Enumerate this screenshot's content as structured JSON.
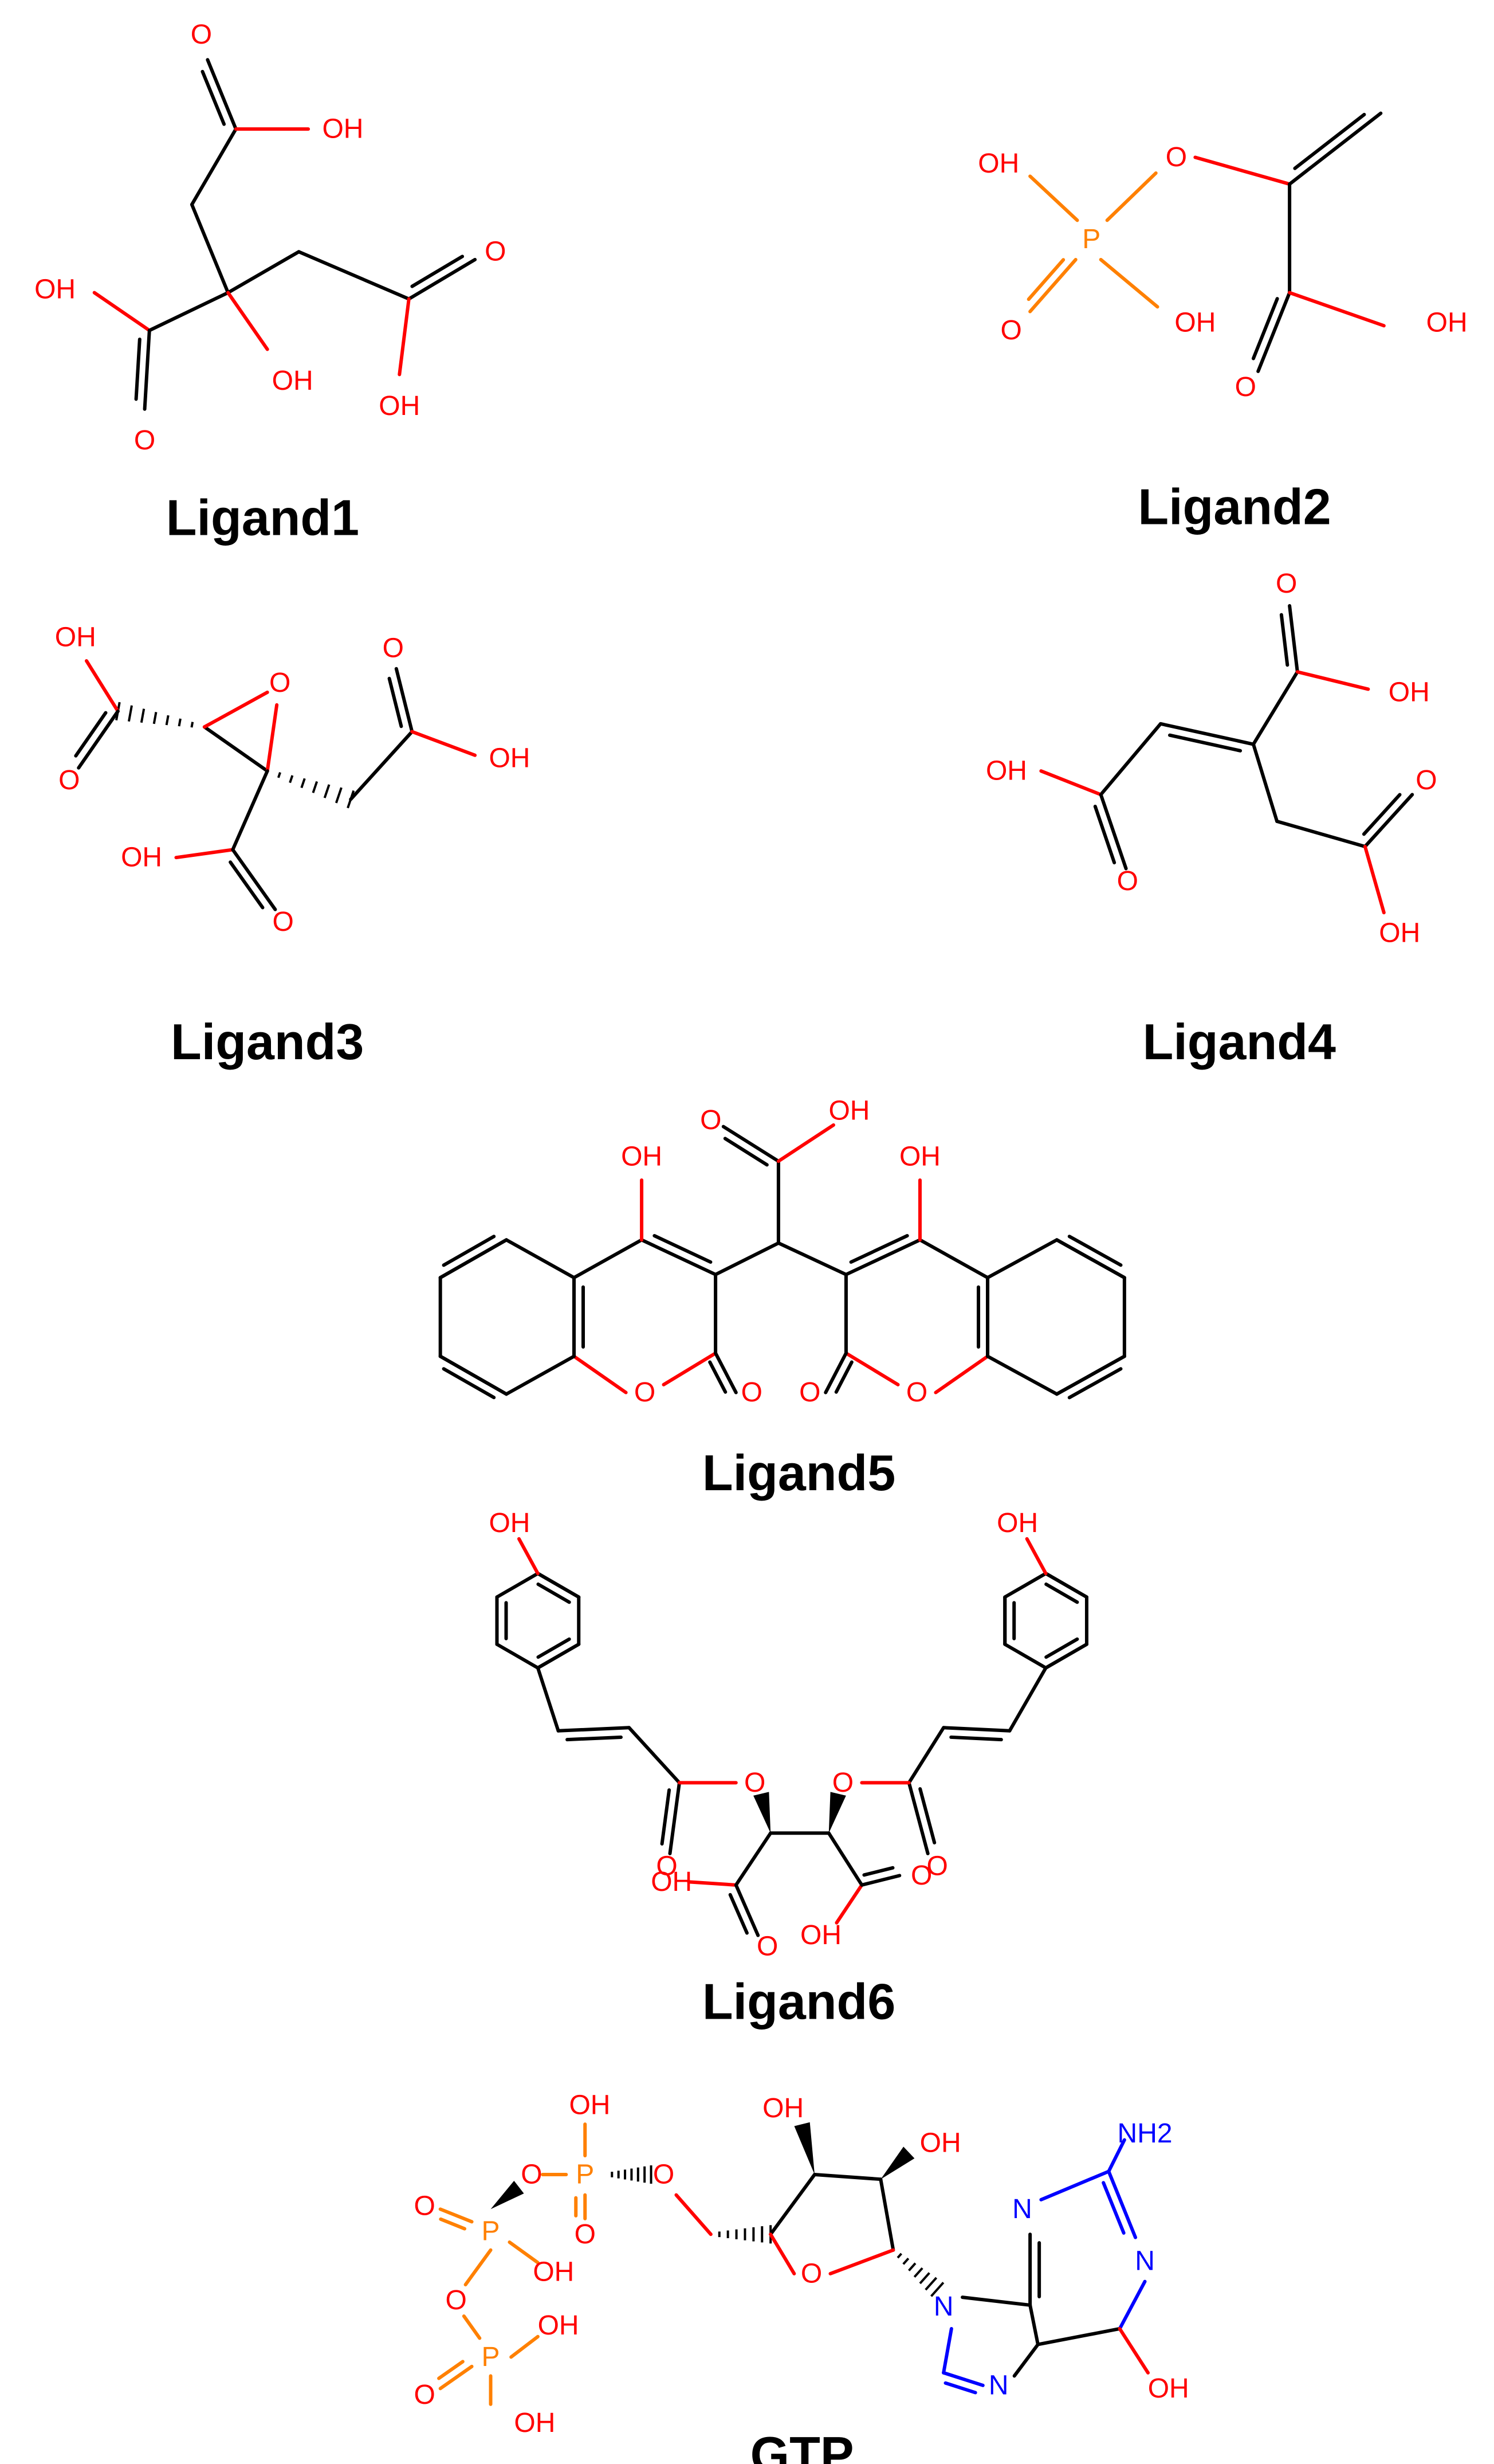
{
  "colors": {
    "carbon": "#000000",
    "oxygen": "#ff0000",
    "phosphorus": "#ff8000",
    "nitrogen": "#0000ff"
  },
  "titles": [
    "Ligand1",
    "Ligand2",
    "Ligand3",
    "Ligand4",
    "Ligand5",
    "Ligand6",
    "GTP"
  ],
  "atoms": {
    "hydroxyl": "OH",
    "oxygen": "O",
    "phosphorus": "P",
    "nitrogen": "N",
    "amine": "NH2"
  }
}
